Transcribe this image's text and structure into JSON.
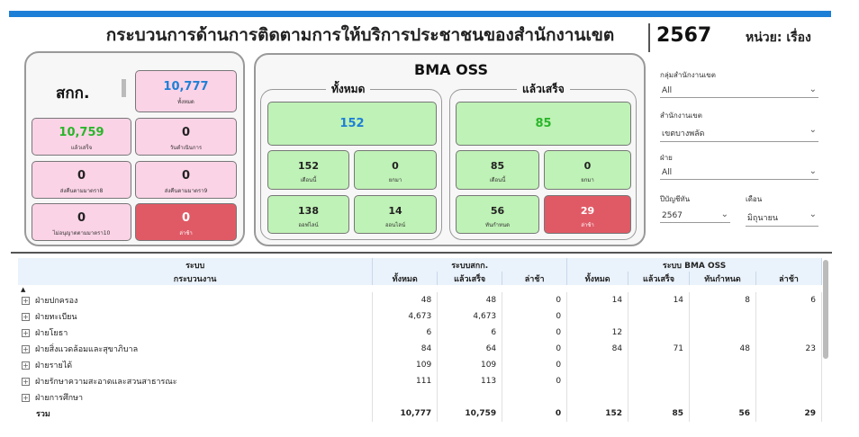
{
  "header": {
    "title": "กระบวนการด้านการติดตามการให้บริการประชาชนของสำนักงานเขต",
    "year": "2567",
    "unit": "หน่วย: เรื่อง"
  },
  "sorkor": {
    "title": "สกก.",
    "cards": [
      {
        "value": "10,777",
        "label": "ทั้งหมด",
        "style": "pink",
        "color": "#1e7fd6"
      },
      {
        "value": "10,759",
        "label": "แล้วเสร็จ",
        "style": "pink",
        "color": "#2bb52b"
      },
      {
        "value": "0",
        "label": "วันดำเนินการ",
        "style": "pink",
        "color": "#111111"
      },
      {
        "value": "0",
        "label": "ส่งคืนตามมาตรา8",
        "style": "pink",
        "color": "#111111"
      },
      {
        "value": "0",
        "label": "ส่งคืนตามมาตรา9",
        "style": "pink",
        "color": "#111111"
      },
      {
        "value": "0",
        "label": "ไม่อนุญาตตามมาตรา10",
        "style": "pink",
        "color": "#111111"
      },
      {
        "value": "0",
        "label": "ล่าช้า",
        "style": "red",
        "color": "#ffffff"
      }
    ]
  },
  "oss": {
    "title": "BMA OSS",
    "all": {
      "label": "ทั้งหมด",
      "main": "152",
      "cards": [
        {
          "value": "152",
          "label": "เดือนนี้"
        },
        {
          "value": "0",
          "label": "ยกมา"
        },
        {
          "value": "138",
          "label": "ออฟไลน์"
        },
        {
          "value": "14",
          "label": "ออนไลน์"
        }
      ]
    },
    "done": {
      "label": "แล้วเสร็จ",
      "main": "85",
      "cards": [
        {
          "value": "85",
          "label": "เดือนนี้"
        },
        {
          "value": "0",
          "label": "ยกมา"
        },
        {
          "value": "56",
          "label": "ทันกำหนด"
        },
        {
          "value": "29",
          "label": "ล่าช้า"
        }
      ]
    },
    "colors": {
      "all_main": "#1e7fd6",
      "done_main": "#2bb52b",
      "late": "#ffffff"
    }
  },
  "filters": [
    {
      "label": "กลุ่มสำนักงานเขต",
      "value": "All"
    },
    {
      "label": "สำนักงานเขต",
      "value": "เขตบางพลัด"
    },
    {
      "label": "ฝ่าย",
      "value": "All"
    },
    {
      "label": "ปีบัญชีทัน",
      "value": "2567"
    },
    {
      "label": "เดือน",
      "value": "มิถุนายน"
    }
  ],
  "table": {
    "group_headers": [
      "ระบบ",
      "ระบบสกก.",
      "ระบบ BMA OSS"
    ],
    "col_headers": [
      "กระบวนงาน",
      "ทั้งหมด",
      "แล้วเสร็จ",
      "ล่าช้า",
      "ทั้งหมด",
      "แล้วเสร็จ",
      "ทันกำหนด",
      "ล่าช้า"
    ],
    "rows": [
      [
        "ฝ่ายปกครอง",
        "48",
        "48",
        "0",
        "14",
        "14",
        "8",
        "6"
      ],
      [
        "ฝ่ายทะเบียน",
        "4,673",
        "4,673",
        "0",
        "",
        "",
        "",
        ""
      ],
      [
        "ฝ่ายโยธา",
        "6",
        "6",
        "0",
        "12",
        "",
        "",
        ""
      ],
      [
        "ฝ่ายสิ่งแวดล้อมและสุขาภิบาล",
        "84",
        "64",
        "0",
        "84",
        "71",
        "48",
        "23"
      ],
      [
        "ฝ่ายรายได้",
        "109",
        "109",
        "0",
        "",
        "",
        "",
        ""
      ],
      [
        "ฝ่ายรักษาความสะอาดและสวนสาธารณะ",
        "111",
        "113",
        "0",
        "",
        "",
        "",
        ""
      ],
      [
        "ฝ่ายการศึกษา",
        "",
        "",
        "",
        "",
        "",
        "",
        ""
      ]
    ],
    "total": [
      "รวม",
      "10,777",
      "10,759",
      "0",
      "152",
      "85",
      "56",
      "29"
    ],
    "expand_icon": "plus-square-icon",
    "sort_icon": "sort-up-icon"
  }
}
